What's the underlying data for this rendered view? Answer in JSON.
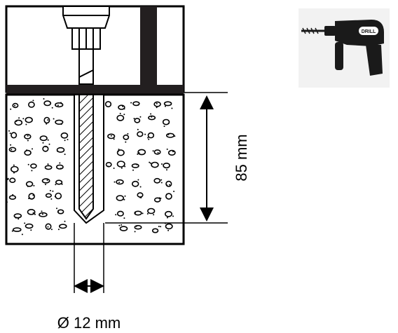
{
  "dimensions": {
    "depth": "85 mm",
    "diameter": "Ø 12 mm"
  },
  "icon": {
    "drill_icon": "drill-icon",
    "drill_brand": "DRILL"
  },
  "colors": {
    "line": "#000000",
    "wall": "#231f20",
    "concrete_bg": "#ffffff",
    "drill_body": "#1a1a1a",
    "icon_bg": "#f2f2f2"
  }
}
